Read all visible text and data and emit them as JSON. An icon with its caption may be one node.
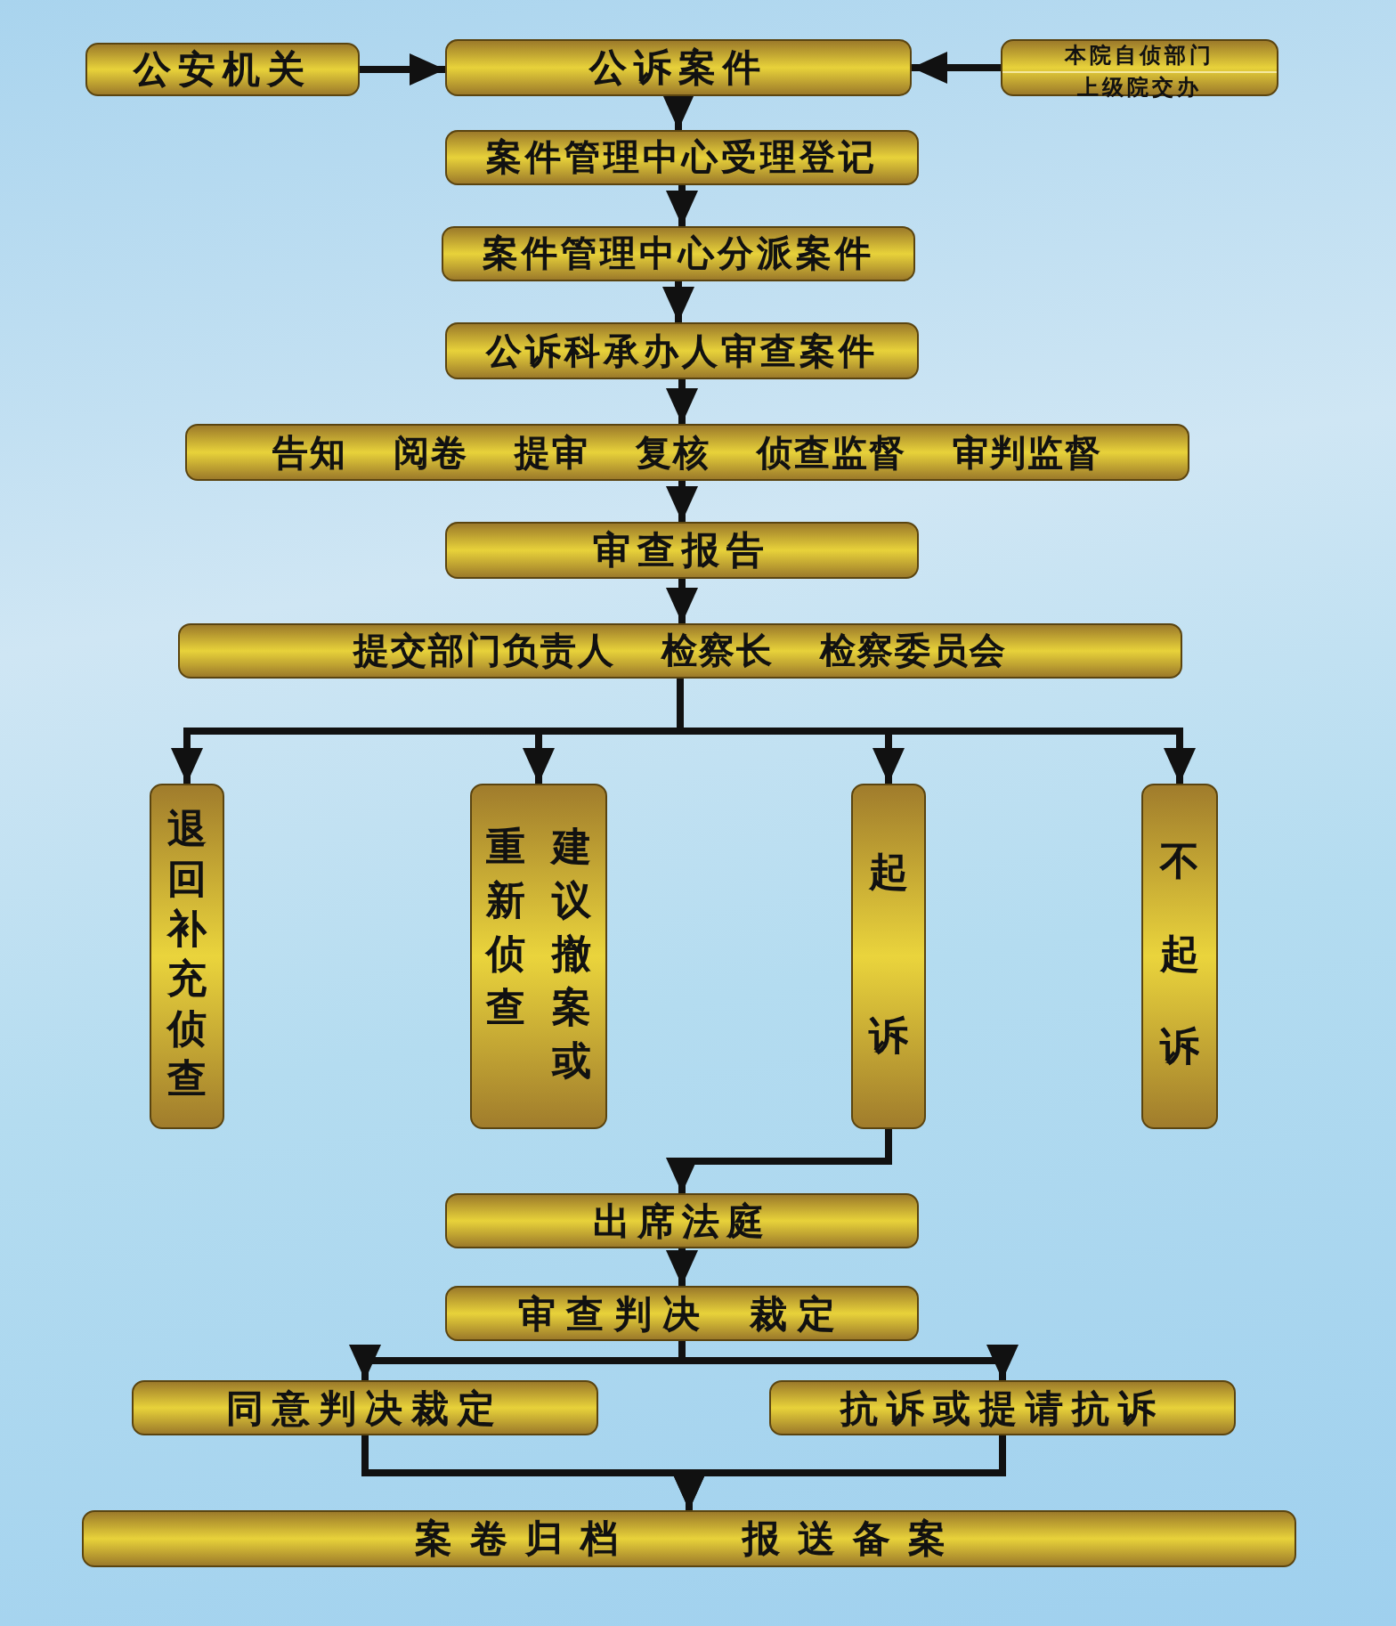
{
  "diagram": {
    "nodes": [
      {
        "text": [
          "公安机关"
        ]
      },
      {
        "text": [
          "公诉案件"
        ]
      },
      {
        "text": [
          "本院自侦部门",
          "上级院交办"
        ]
      },
      {
        "text": [
          "案件管理中心受理登记"
        ]
      },
      {
        "text": [
          "案件管理中心分派案件"
        ]
      },
      {
        "text": [
          "公诉科承办人审查案件"
        ]
      },
      {
        "text": [
          "告知",
          "阅卷",
          "提审",
          "复核",
          "侦查监督",
          "审判监督"
        ]
      },
      {
        "text": [
          "审查报告"
        ]
      },
      {
        "text": [
          "提交部门负责人",
          "检察长",
          "检察委员会"
        ]
      },
      {
        "text": [
          "退回补充侦查"
        ]
      },
      {
        "text": [
          "建议撤案或重新侦查"
        ]
      },
      {
        "text": [
          "起诉"
        ]
      },
      {
        "text": [
          "不起诉"
        ]
      },
      {
        "text": [
          "出席法庭"
        ]
      },
      {
        "text": [
          "审查判决",
          "裁定"
        ]
      },
      {
        "text": [
          "同意判决裁定"
        ]
      },
      {
        "text": [
          "抗诉或提请抗诉"
        ]
      },
      {
        "text": [
          "案卷归档",
          "报送备案"
        ]
      }
    ],
    "edges": [
      {
        "from": 0,
        "to": 1,
        "arrow": "to"
      },
      {
        "from": 2,
        "to": 1,
        "arrow": "to"
      },
      {
        "from": 1,
        "to": 3,
        "arrow": "to"
      },
      {
        "from": 3,
        "to": 4,
        "arrow": "to"
      },
      {
        "from": 4,
        "to": 5,
        "arrow": "to"
      },
      {
        "from": 5,
        "to": 6,
        "arrow": "to"
      },
      {
        "from": 6,
        "to": 7,
        "arrow": "to"
      },
      {
        "from": 7,
        "to": 8,
        "arrow": "to"
      },
      {
        "from": 8,
        "to": 9,
        "arrow": "to"
      },
      {
        "from": 8,
        "to": 10,
        "arrow": "to"
      },
      {
        "from": 8,
        "to": 11,
        "arrow": "to"
      },
      {
        "from": 8,
        "to": 12,
        "arrow": "to"
      },
      {
        "from": 11,
        "to": 13,
        "arrow": "to"
      },
      {
        "from": 13,
        "to": 14,
        "arrow": "to"
      },
      {
        "from": 14,
        "to": 15,
        "arrow": "to"
      },
      {
        "from": 14,
        "to": 16,
        "arrow": "to"
      },
      {
        "from": 15,
        "to": 17,
        "arrow": "to"
      },
      {
        "from": 16,
        "to": 17,
        "arrow": "to"
      }
    ]
  }
}
